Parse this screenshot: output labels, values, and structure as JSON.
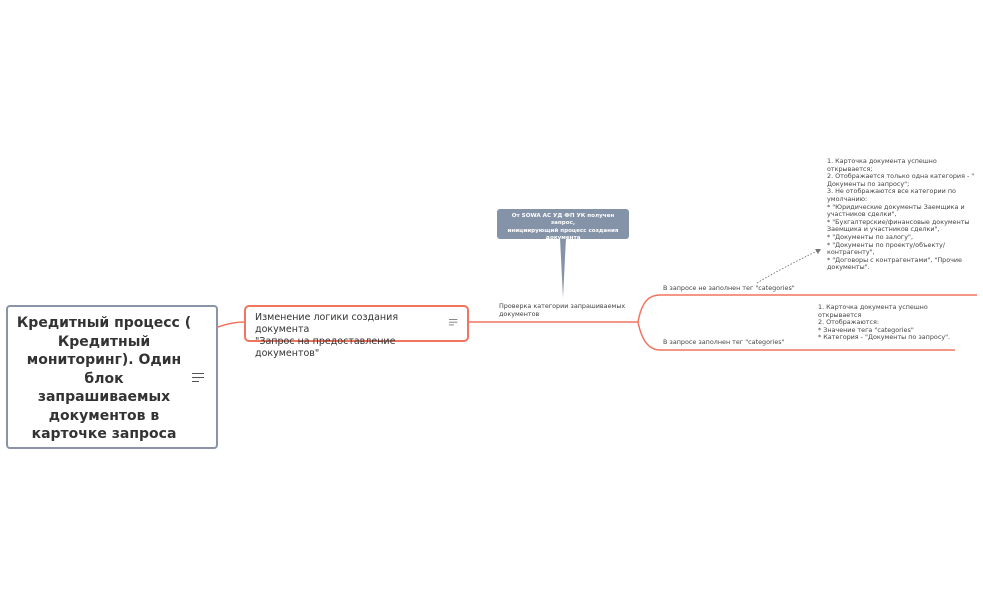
{
  "root": {
    "title": "Кредитный процесс (\nКредитный\nмониторинг). Один\nблок\nзапрашиваемых\nдокументов в\nкарточке запроса"
  },
  "child": {
    "title": "Изменение логики создания документа\n\"Запрос на предоставление документов\""
  },
  "callout": {
    "text": "От SOWA АС УД ФП УК получен запрос,\nинициирующий процесс создания\nдокумента"
  },
  "branch_check": {
    "label": "Проверка категории запрашиваемых\nдокументов"
  },
  "branch_not_filled": {
    "label": "В запросе не заполнен тег \"categories\"",
    "result": "1. Карточка документа успешно\nоткрывается;\n2. Отображается только одна категория  - \"\nДокументы по запросу\";\n3. Не отображаются все  категории по\nумолчанию:\n* \"Юридические документы Заемщика и\nучастников сделки\",\n* \"Бухгалтерские/финансовые документы\nЗаемщика и участников сделки\",\n* \"Документы по залогу\",\n* \"Документы по проекту/объекту/\nконтрагенту\",\n* \"Договоры с контрагентами\", \"Прочие\nдокументы\"."
  },
  "branch_filled": {
    "label": "В запросе заполнен тег \"categories\"",
    "result": "1. Карточка документа успешно\nоткрывается\n2. Отображаются:\n* Значение тега \"categories\"\n* Категория  - \"Документы по запросу\"."
  },
  "colors": {
    "branch": "#f0755f",
    "root_border": "#8a94a6",
    "callout_bg": "#8593a8",
    "connector": "#777777"
  },
  "icons": {
    "notes": "notes-lines-icon"
  }
}
